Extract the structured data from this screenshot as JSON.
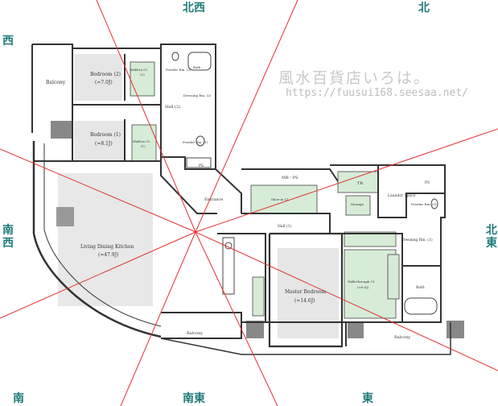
{
  "compass": {
    "north": "北",
    "northwest": "北西",
    "west": "西",
    "southwest": "南西",
    "south": "南",
    "southeast": "南東",
    "east": "東",
    "northeast": "北東"
  },
  "watermark": {
    "title": "風水百貨店いろは。",
    "url": "https://fuusui168.seesaa.net/"
  },
  "rooms": {
    "bedroom2": "Bedroom (2)",
    "bedroom2_area": "(≈7.0J)",
    "bedroom1": "Bedroom (1)",
    "bedroom1_area": "(≈8.1J)",
    "balcony_west": "Balcony",
    "walkin2": "Walk-in Cl.",
    "walkin2_sub": "(2)",
    "walkin1": "Walk-in Cl.",
    "walkin1_sub": "(1)",
    "powder2": "Powder Rm. (2)",
    "bath2": "Bath",
    "dressing2": "Dressing Rm. (2)",
    "hall2": "Hall (2)",
    "powder1": "Powder Rm. (1)",
    "ps1": "PS",
    "entrance": "Entrance",
    "mbps": "MB・PS",
    "shoe_closet": "Shoe-in Cl.",
    "hall1": "Hall (1)",
    "living": "Living Dining Kitchen",
    "living_area": "(≈47.9J)",
    "tr": "TR",
    "storage": "Storage",
    "laundry": "Laundry Space",
    "powder_right": "Powder Rm. (3)",
    "ps2": "PS",
    "dressing1": "Dressing Rm. (1)",
    "master": "Master Bedroom",
    "master_area": "(≈14.6J)",
    "walkthrough": "Walk-through Cl.",
    "walkthrough_area": "(≈6.0J)",
    "bath_main": "Bath",
    "balcony_south1": "Balcony",
    "balcony_south2": "Balcony"
  },
  "colors": {
    "wall": "#333333",
    "closet_fill": "#d6ecd6",
    "room_fill": "#e9e9e9",
    "axis_line": "#e53030",
    "compass_text": "#1f7a7a"
  }
}
